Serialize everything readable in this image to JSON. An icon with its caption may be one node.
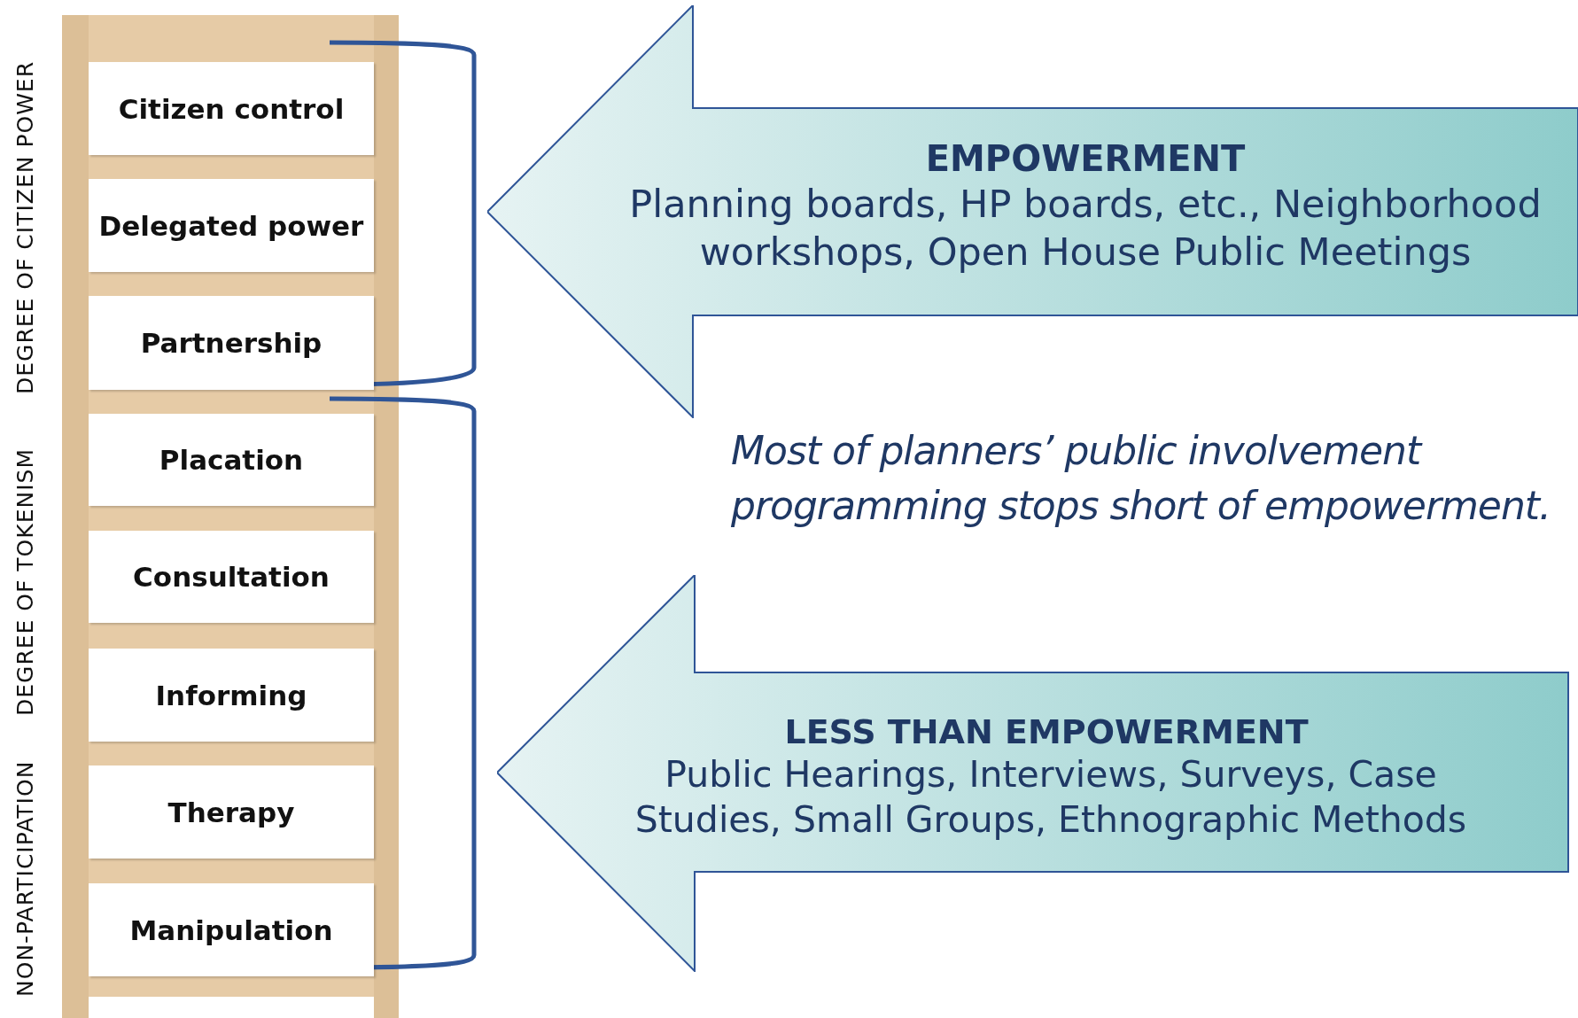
{
  "diagram": {
    "nodes": [
      {
        "text": [
          "Citizen control"
        ]
      },
      {
        "text": [
          "Delegated power"
        ]
      },
      {
        "text": [
          "Partnership"
        ]
      },
      {
        "text": [
          "Placation"
        ]
      },
      {
        "text": [
          "Consultation"
        ]
      },
      {
        "text": [
          "Informing"
        ]
      },
      {
        "text": [
          "Therapy"
        ]
      },
      {
        "text": [
          "Manipulation"
        ]
      },
      {
        "text": [
          "EMPOWERMENT",
          "Planning boards, HP boards, etc., Neighborhood workshops, Open House Public Meetings"
        ]
      },
      {
        "text": [
          "LESS THAN EMPOWERMENT",
          "Public Hearings, Interviews, Surveys, Case Studies, Small Groups, Ethnographic Methods"
        ]
      }
    ],
    "edges": [],
    "labels": [
      "DEGREE OF CITIZEN POWER",
      "DEGREE OF TOKENISM",
      "NON-PARTICIPATION",
      "Most of planners’ public involvement programming stops short of empowerment."
    ]
  }
}
